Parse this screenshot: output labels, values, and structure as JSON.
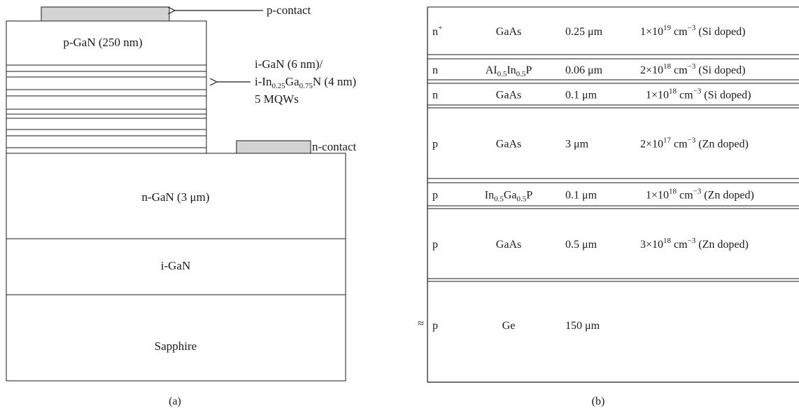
{
  "panel_a": {
    "caption": "(a)",
    "p_contact_label": "p-contact",
    "n_contact_label": "n-contact",
    "layers": {
      "p_gan": "p-GaN (250 nm)",
      "n_gan": "n-GaN (3 μm)",
      "i_gan": "i-GaN",
      "sapphire": "Sapphire"
    },
    "mqw_label_1": "i-GaN (6 nm)/",
    "mqw_label_2": {
      "prefix": "i-In",
      "sub1": "0.25",
      "mid": "Ga",
      "sub2": "0.75",
      "suffix": "N (4 nm)"
    },
    "mqw_label_3": "5 MQWs",
    "colors": {
      "contact_fill": "#d3d3d3",
      "line": "#1a1a1a"
    }
  },
  "panel_b": {
    "caption": "(b)",
    "break_symbol": "≈",
    "rows": [
      {
        "type": "n",
        "type_sup": "+",
        "material": [
          {
            "t": "GaAs"
          }
        ],
        "thickness": "0.25 μm",
        "conc_mantissa": "1×10",
        "conc_exp": "19",
        "conc_unit": " cm",
        "conc_unit_exp": "−3",
        "dopant": " (Si doped)"
      },
      {
        "type": "n",
        "type_sup": "",
        "material": [
          {
            "t": "AI"
          },
          {
            "s": "0.5"
          },
          {
            "t": "In"
          },
          {
            "s": "0.5"
          },
          {
            "t": "P"
          }
        ],
        "thickness": "0.06 μm",
        "conc_mantissa": "2×10",
        "conc_exp": "18",
        "conc_unit": " cm",
        "conc_unit_exp": "−3",
        "dopant": " (Si doped)"
      },
      {
        "type": "n",
        "type_sup": "",
        "material": [
          {
            "t": "GaAs"
          }
        ],
        "thickness": "0.1 μm",
        "conc_mantissa": "1×10",
        "conc_exp": "18",
        "conc_unit": " cm",
        "conc_unit_exp": "−3",
        "dopant": " (Si doped)"
      },
      {
        "type": "p",
        "type_sup": "",
        "material": [
          {
            "t": "GaAs"
          }
        ],
        "thickness": "3 μm",
        "conc_mantissa": "2×10",
        "conc_exp": "17",
        "conc_unit": " cm",
        "conc_unit_exp": "−3",
        "dopant": " (Zn doped)"
      },
      {
        "type": "p",
        "type_sup": "",
        "material": [
          {
            "t": "In"
          },
          {
            "s": "0.5"
          },
          {
            "t": "Ga"
          },
          {
            "s": "0.5"
          },
          {
            "t": "P"
          }
        ],
        "thickness": "0.1 μm",
        "conc_mantissa": "1×10",
        "conc_exp": "18",
        "conc_unit": " cm",
        "conc_unit_exp": "−3",
        "dopant": " (Zn doped)"
      },
      {
        "type": "p",
        "type_sup": "",
        "material": [
          {
            "t": "GaAs"
          }
        ],
        "thickness": "0.5 μm",
        "conc_mantissa": "3×10",
        "conc_exp": "18",
        "conc_unit": " cm",
        "conc_unit_exp": "−3",
        "dopant": " (Zn doped)"
      },
      {
        "type": "p",
        "type_sup": "",
        "material": [
          {
            "t": "Ge"
          }
        ],
        "thickness": "150 μm",
        "conc_mantissa": "",
        "conc_exp": "",
        "conc_unit": "",
        "conc_unit_exp": "",
        "dopant": ""
      }
    ]
  }
}
